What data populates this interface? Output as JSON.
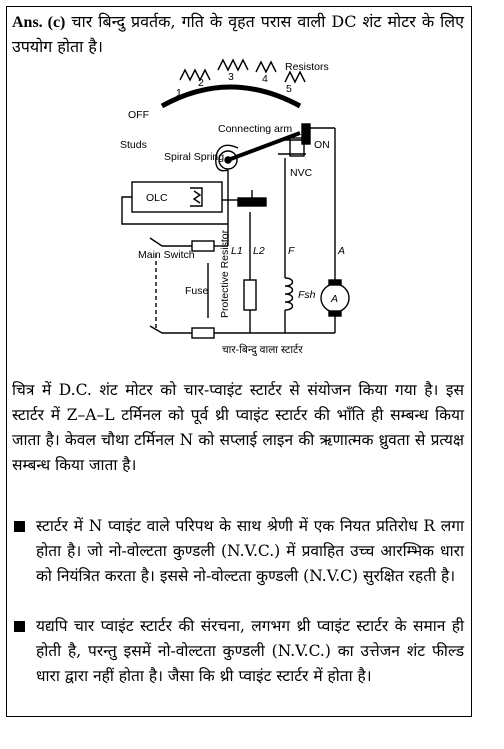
{
  "answer": {
    "label": "Ans. (c)",
    "text": "चार बिन्दु प्रवर्तक, गति के वृहत परास वाली DC शंट मोटर के लिए उपयोग होता है।"
  },
  "figure": {
    "labels": {
      "resistors": "Resistors",
      "off": "OFF",
      "studs": "Studs",
      "connecting_arm": "Connecting arm",
      "spiral_spring": "Spiral Spring",
      "on": "ON",
      "nvc": "NVC",
      "olc": "OLC",
      "main_switch": "Main Switch",
      "fuse": "Fuse",
      "protective_resistor": "Protective Resistor",
      "l1": "L1",
      "l2": "L2",
      "f": "F",
      "a": "A",
      "fsh": "Fsh",
      "motor": "A",
      "steps": [
        "1",
        "2",
        "3",
        "4",
        "5"
      ],
      "caption": "चार-बिन्दु वाला स्टार्टर"
    }
  },
  "paragraph": "चित्र में D.C. शंट मोटर को चार-प्वाइंट स्टार्टर से संयोजन किया गया है। इस स्टार्टर में Z–A–L टर्मिनल को पूर्व थ्री प्वाइंट स्टार्टर की भाँति ही सम्बन्ध किया जाता है। केवल चौथा टर्मिनल N को सप्लाई लाइन की ऋणात्मक ध्रुवता से प्रत्यक्ष सम्बन्ध किया जाता है।",
  "bullets": [
    "स्टार्टर में N प्वाइंट वाले परिपथ के साथ श्रेणी में एक नियत प्रतिरोध R लगा होता है। जो नो-वोल्टता कुण्डली (N.V.C.) में प्रवाहित उच्च आरम्भिक धारा को नियंत्रित करता है। इससे नो-वोल्टता कुण्डली (N.V.C) सुरक्षित रहती है।",
    "यद्यपि चार प्वाइंट स्टार्टर की संरचना, लगभग थ्री प्वाइंट स्टार्टर के समान ही होती है, परन्तु इसमें नो-वोल्टता कुण्डली (N.V.C.) का उत्तेजन शंट फील्ड धारा द्वारा नहीं होता है। जैसा कि थ्री प्वाइंट स्टार्टर में होता है।"
  ]
}
